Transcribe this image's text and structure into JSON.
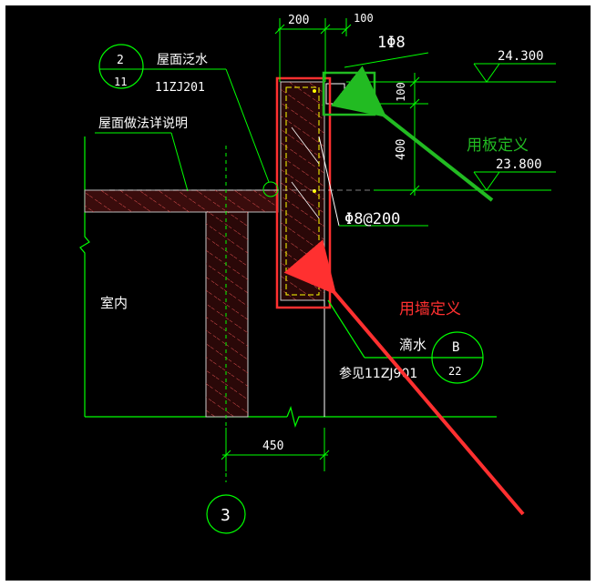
{
  "colors": {
    "background": "#000000",
    "frame": "#ffffff",
    "line": "#00ff00",
    "hatch": "#e05050",
    "rebar": "#ffff00",
    "red_annotation": "#ff3030",
    "green_annotation": "#22bb22",
    "text": "#ffffff",
    "slab_fill": "#7a1e1e"
  },
  "dimensions": {
    "top_left": "200",
    "top_right": "100",
    "height_upper": "100",
    "height_lower": "400",
    "bottom": "450"
  },
  "elevations": {
    "upper": "24.300",
    "lower": "23.800"
  },
  "rebar_labels": {
    "top_bar": "1Φ8",
    "stirrup": "Φ8@200"
  },
  "callout_left": {
    "number": "2",
    "sheet": "11",
    "title": "屋面泛水",
    "atlas": "11ZJ201"
  },
  "roof_note": "屋面做法详说明",
  "indoor": "室内",
  "callout_right": {
    "label": "滴水",
    "number": "B",
    "sheet": "22",
    "reference": "参见11ZJ901"
  },
  "axis_label": "3",
  "annotations": {
    "slab_definition": "用板定义",
    "wall_definition": "用墙定义"
  }
}
